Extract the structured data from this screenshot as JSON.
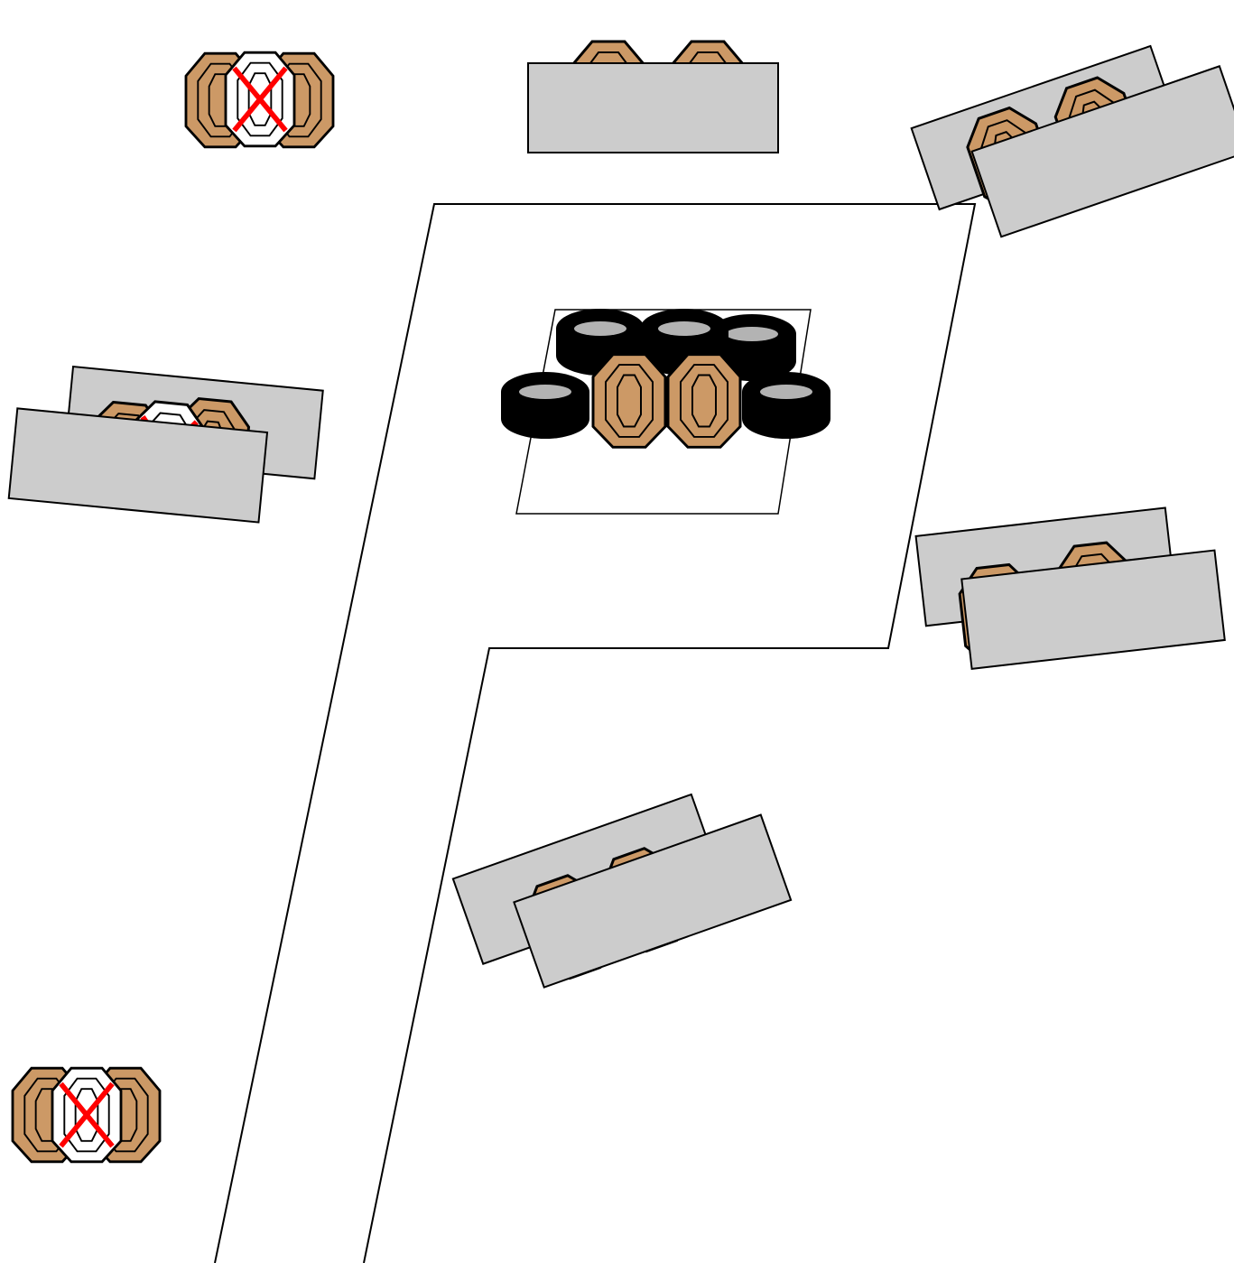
{
  "colors": {
    "background": "#ffffff",
    "outline": "#000000",
    "barricade_fill": "#cccccc",
    "target_fill": "#cc9966",
    "no_shoot_fill": "#ffffff",
    "no_shoot_mark": "#ff0000",
    "tire_fill": "#000000",
    "tire_hole": "#b3b3b3"
  },
  "legend_items": [
    {
      "kind": "shoot-target",
      "icon": "cardboard-target-icon"
    },
    {
      "kind": "no-shoot-target",
      "icon": "no-shoot-target-icon"
    },
    {
      "kind": "barricade-wall",
      "icon": "barricade-icon"
    },
    {
      "kind": "tire-stack",
      "icon": "tire-stack-icon"
    }
  ],
  "stage": {
    "shooting_area_shape": "P-shaped fault-line boundary",
    "target_counts": {
      "shoot_targets": 16,
      "no_shoot_targets": 3
    },
    "arrays": [
      {
        "name": "array-top-left",
        "shoot": 2,
        "no_shoot": 1
      },
      {
        "name": "array-top-center",
        "shoot": 2,
        "no_shoot": 0
      },
      {
        "name": "array-top-right",
        "shoot": 2,
        "no_shoot": 0
      },
      {
        "name": "array-mid-left",
        "shoot": 2,
        "no_shoot": 1
      },
      {
        "name": "array-center-tires",
        "shoot": 2,
        "no_shoot": 0
      },
      {
        "name": "array-mid-right",
        "shoot": 2,
        "no_shoot": 0
      },
      {
        "name": "array-lower-center",
        "shoot": 2,
        "no_shoot": 0
      },
      {
        "name": "array-bottom-left",
        "shoot": 2,
        "no_shoot": 1
      }
    ]
  }
}
